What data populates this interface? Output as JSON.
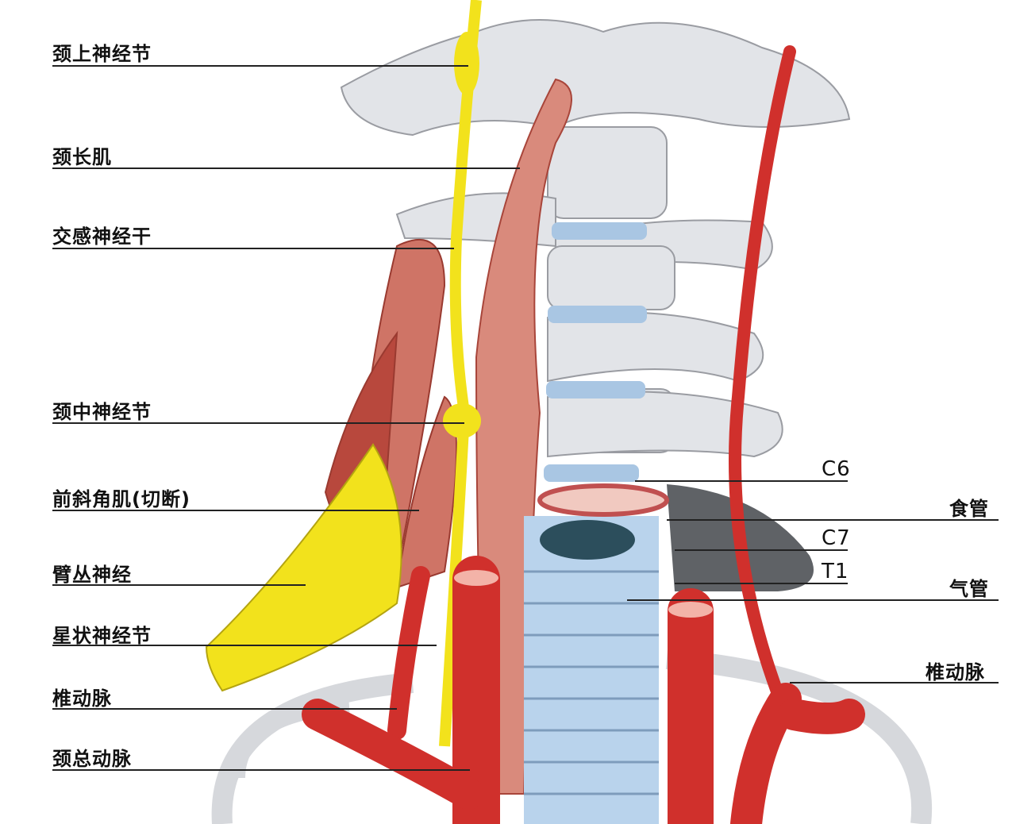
{
  "labels_left": [
    {
      "text": "颈上神经节"
    },
    {
      "text": "颈长肌"
    },
    {
      "text": "交感神经干"
    },
    {
      "text": "颈中神经节"
    },
    {
      "text": "前斜角肌(切断)"
    },
    {
      "text": "臂丛神经"
    },
    {
      "text": "星状神经节"
    },
    {
      "text": "椎动脉"
    },
    {
      "text": "颈总动脉"
    }
  ],
  "labels_right": [
    {
      "text": "C6"
    },
    {
      "text": "食管"
    },
    {
      "text": "C7"
    },
    {
      "text": "T1"
    },
    {
      "text": "气管"
    },
    {
      "text": "椎动脉"
    }
  ],
  "colors": {
    "artery": "#d0302c",
    "nerve": "#f2e21c",
    "bone": "#e4e6ea",
    "trachea": "#b9d3ec",
    "muscle": "#d98a7c"
  }
}
